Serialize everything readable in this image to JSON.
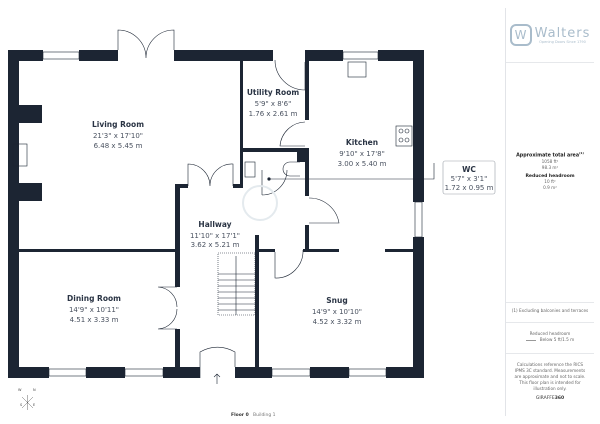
{
  "brand": {
    "name": "Walters",
    "tagline": "Opening Doors Since 1790",
    "logo_letter": "W"
  },
  "rooms": [
    {
      "name": "Living Room",
      "imperial": "21'3\" x 17'10\"",
      "metric": "6.48 x 5.45 m"
    },
    {
      "name": "Utility Room",
      "imperial": "5'9\" x 8'6\"",
      "metric": "1.76 x 2.61 m"
    },
    {
      "name": "Kitchen",
      "imperial": "9'10\" x 17'8\"",
      "metric": "3.00 x 5.40 m"
    },
    {
      "name": "WC",
      "imperial": "5'7\" x 3'1\"",
      "metric": "1.72 x 0.95 m"
    },
    {
      "name": "Hallway",
      "imperial": "11'10\" x 17'1\"",
      "metric": "3.62 x 5.21 m"
    },
    {
      "name": "Dining Room",
      "imperial": "14'9\" x 10'11\"",
      "metric": "4.51 x 3.33 m"
    },
    {
      "name": "Snug",
      "imperial": "14'9\" x 10'10\"",
      "metric": "4.52 x 3.32 m"
    }
  ],
  "compass": {
    "n": "N",
    "s": "S",
    "e": "E",
    "w": "W"
  },
  "footer": {
    "floor": "Floor 0",
    "building": "Building 1"
  },
  "sidebar": {
    "total_area_label": "Approximate total area",
    "total_area_sup": "(1)",
    "total_area_ft": "1058 ft²",
    "total_area_m": "98.3 m²",
    "reduced_label": "Reduced headroom",
    "reduced_ft": "10 ft²",
    "reduced_m": "0.9 m²",
    "note": "(1) Excluding balconies and terraces",
    "legend_title": "Reduced headroom",
    "legend_text": "Below 5 ft/1.5 m",
    "disclaimer": "Calculations reference the RICS IPMS 3C standard. Measurements are approximate and not to scale. This floor plan is intended for illustration only.",
    "giraffe_a": "GIRAFFE",
    "giraffe_b": "360"
  }
}
